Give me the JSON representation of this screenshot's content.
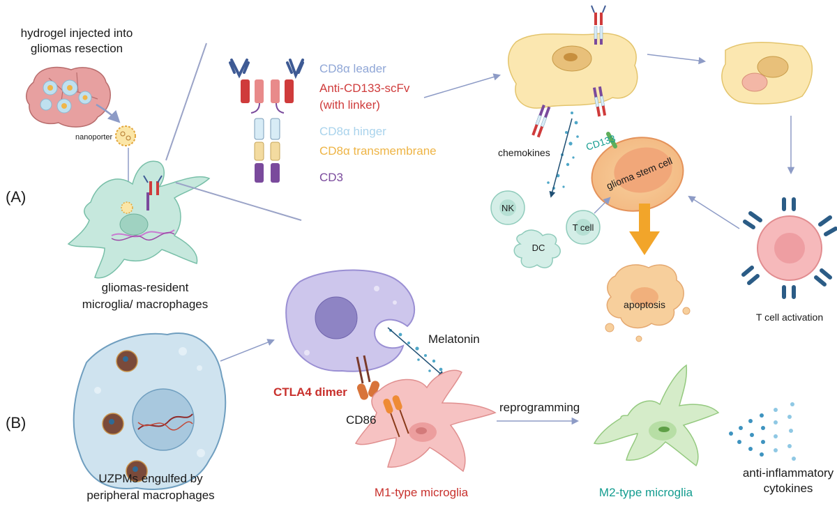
{
  "panels": {
    "a": "(A)",
    "b": "(B)"
  },
  "labels": {
    "hydrogel_line1": "hydrogel injected into",
    "hydrogel_line2": "gliomas resection",
    "nanoporter": "nanoporter",
    "resident_line1": "gliomas-resident",
    "resident_line2": "microglia/ macrophages",
    "uzpm_line1": "UZPMs engulfed by",
    "uzpm_line2": "peripheral macrophages",
    "chemokines": "chemokines",
    "cd133": "CD133",
    "glioma_stem_cell": "glioma stem cell",
    "nk": "NK",
    "dc": "DC",
    "t_cell": "T cell",
    "apoptosis": "apoptosis",
    "t_cell_activation": "T cell activation",
    "melatonin": "Melatonin",
    "ctla4_dimer": "CTLA4 dimer",
    "cd86": "CD86",
    "reprogramming": "reprogramming",
    "m1": "M1-type microglia",
    "m2": "M2-type microglia",
    "anti_inflam_line1": "anti-inflammatory",
    "anti_inflam_line2": "cytokines"
  },
  "car_legend": [
    {
      "text": "CD8α leader",
      "color": "#8fa6d6"
    },
    {
      "text": "Anti-CD133-scFv",
      "color": "#cf3b3b"
    },
    {
      "text": "(with linker)",
      "color": "#cf3b3b"
    },
    {
      "text": "CD8α hinger",
      "color": "#a9d3ec"
    },
    {
      "text": "CD8α transmembrane",
      "color": "#eeb445"
    },
    {
      "text": "CD3",
      "color": "#7a4a9c"
    }
  ],
  "colors": {
    "label_red": "#c8302c",
    "label_teal": "#139c8f",
    "label_dark": "#1a1a1a",
    "apoptosis_arrow": "#f2a52a",
    "connector": "#8d9bc6"
  }
}
